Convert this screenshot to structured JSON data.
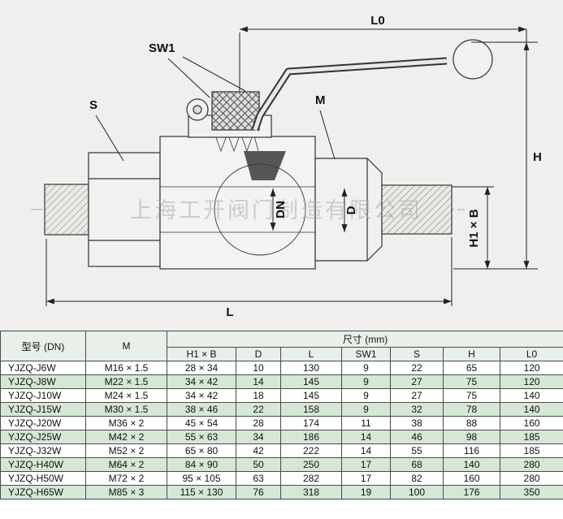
{
  "drawing": {
    "labels": {
      "l0": "L0",
      "sw1": "SW1",
      "s": "S",
      "m": "M",
      "dn": "DN",
      "d": "D",
      "h1b": "H1 × B",
      "h": "H",
      "l": "L"
    },
    "watermark": "上海工开阀门制造有限公司"
  },
  "table": {
    "header": {
      "model": "型号 (DN)",
      "m": "M",
      "size_group": "尺寸 (mm)",
      "sub_cols": [
        "H1 × B",
        "D",
        "L",
        "SW1",
        "S",
        "H",
        "L0"
      ]
    },
    "rows": [
      [
        "YJZQ-J6W",
        "M16 × 1.5",
        "28 × 34",
        "10",
        "130",
        "9",
        "22",
        "65",
        "120"
      ],
      [
        "YJZQ-J8W",
        "M22 × 1.5",
        "34 × 42",
        "14",
        "145",
        "9",
        "27",
        "75",
        "120"
      ],
      [
        "YJZQ-J10W",
        "M24 × 1.5",
        "34 × 42",
        "18",
        "145",
        "9",
        "27",
        "75",
        "140"
      ],
      [
        "YJZQ-J15W",
        "M30 × 1.5",
        "38 × 46",
        "22",
        "158",
        "9",
        "32",
        "78",
        "140"
      ],
      [
        "YJZQ-J20W",
        "M36 × 2",
        "45 × 54",
        "28",
        "174",
        "11",
        "38",
        "88",
        "160"
      ],
      [
        "YJZQ-J25W",
        "M42 × 2",
        "55 × 63",
        "34",
        "186",
        "14",
        "46",
        "98",
        "185"
      ],
      [
        "YJZQ-J32W",
        "M52 × 2",
        "65 × 80",
        "42",
        "222",
        "14",
        "55",
        "116",
        "185"
      ],
      [
        "YJZQ-H40W",
        "M64 × 2",
        "84 × 90",
        "50",
        "250",
        "17",
        "68",
        "140",
        "280"
      ],
      [
        "YJZQ-H50W",
        "M72 × 2",
        "95 × 105",
        "63",
        "282",
        "17",
        "82",
        "160",
        "280"
      ],
      [
        "YJZQ-H65W",
        "M85 × 3",
        "115 × 130",
        "76",
        "318",
        "19",
        "100",
        "176",
        "350"
      ]
    ]
  },
  "colors": {
    "drawing_bg": "#f0efed",
    "header_bg": "#e9efe9",
    "row_alt": "#d5e8d6",
    "line": "#333333"
  }
}
